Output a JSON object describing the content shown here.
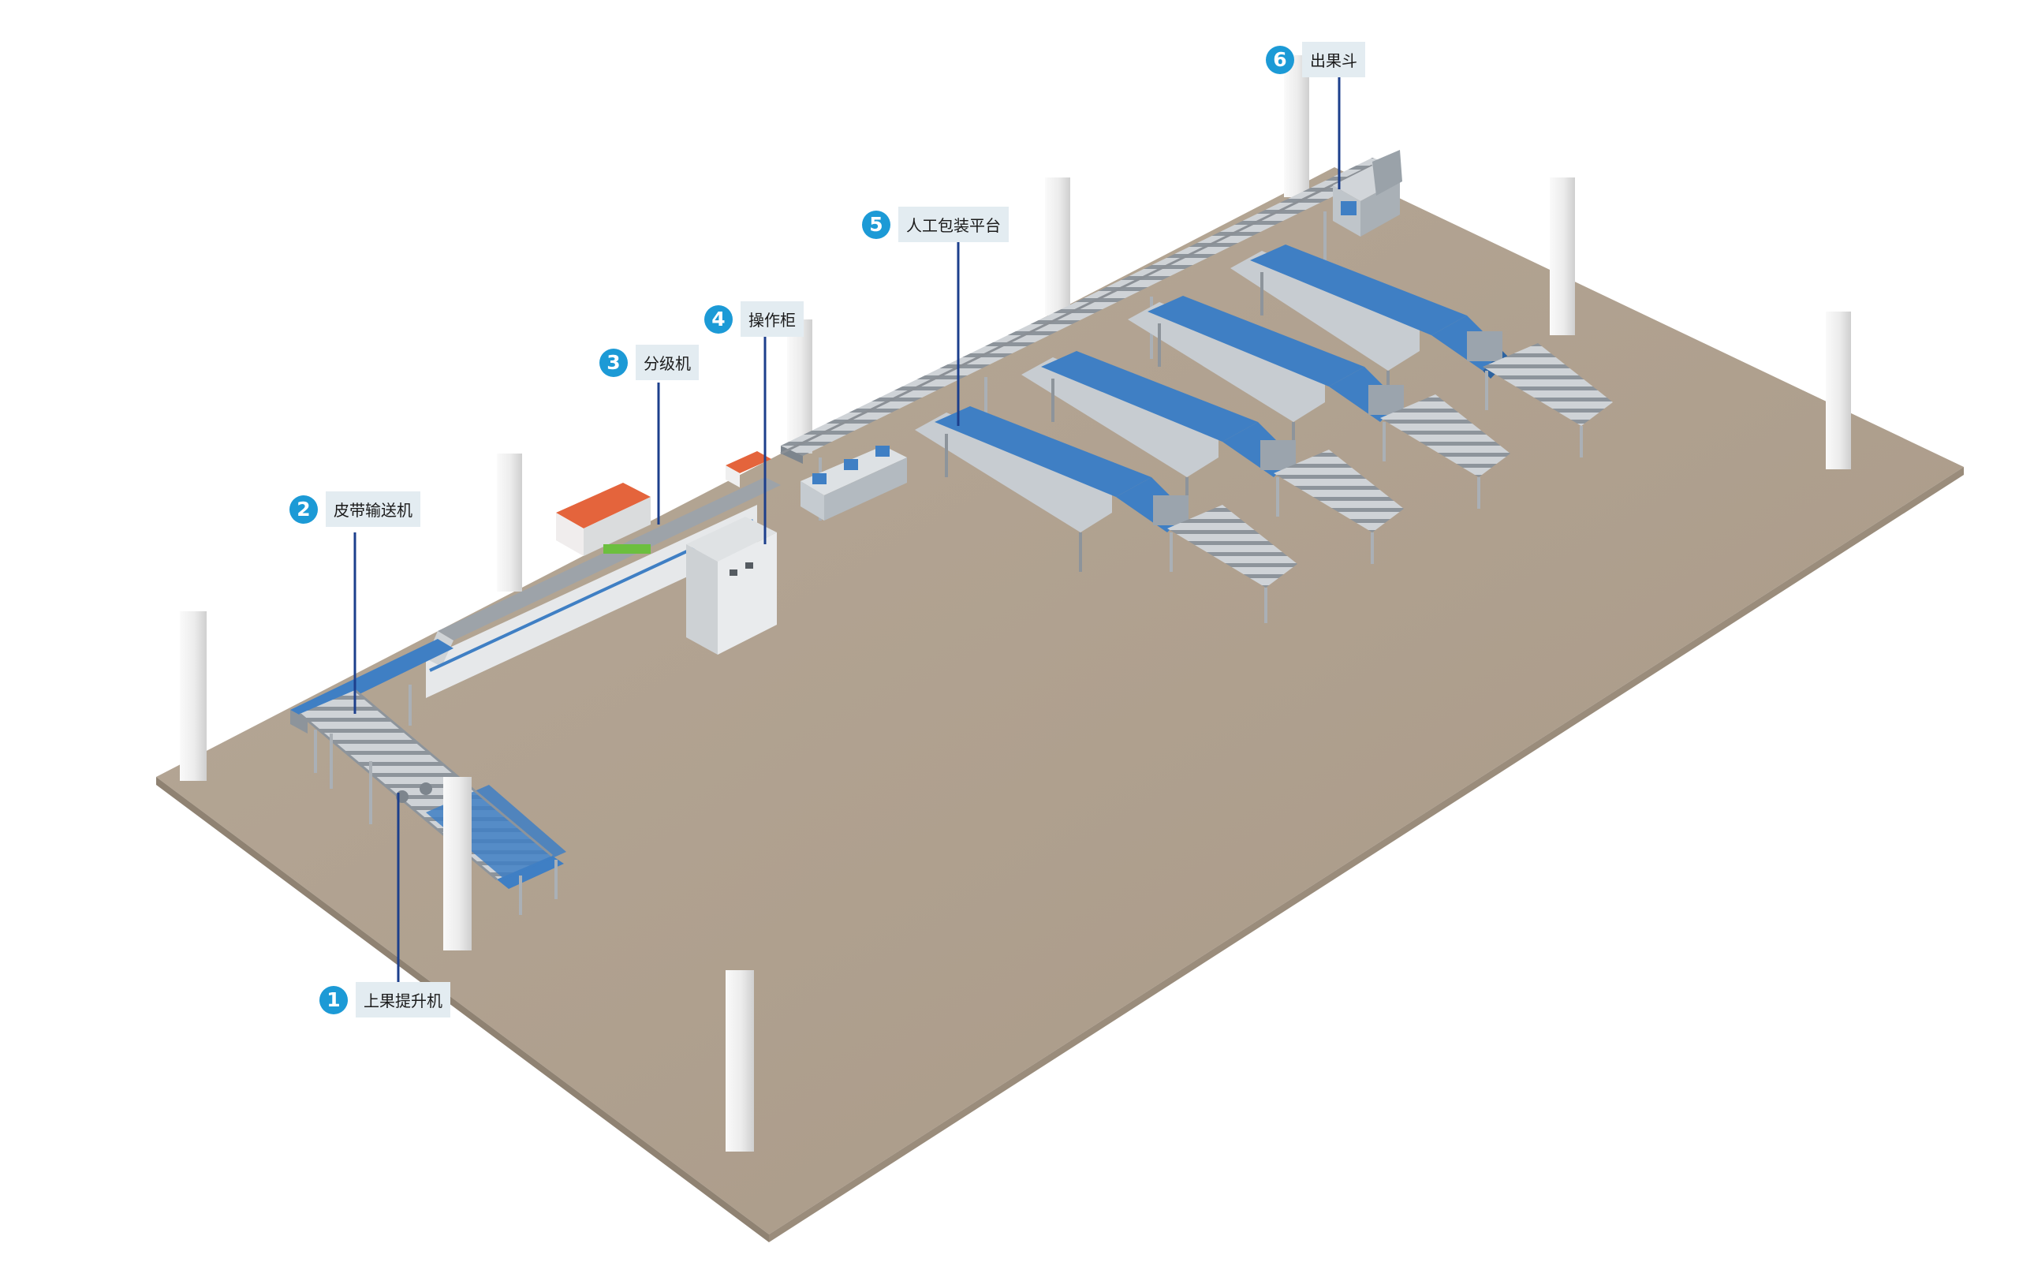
{
  "callouts": [
    {
      "num": "1",
      "label": "上果提升机"
    },
    {
      "num": "2",
      "label": "皮带输送机"
    },
    {
      "num": "3",
      "label": "分级机"
    },
    {
      "num": "4",
      "label": "操作柜"
    },
    {
      "num": "5",
      "label": "人工包装平台"
    },
    {
      "num": "6",
      "label": "出果斗"
    }
  ],
  "colors": {
    "floor": "#b1a291",
    "pillar": "#eeeeee",
    "belt_blue": "#3f7fc4",
    "frame_gray": "#c3c8cd",
    "grader_orange": "#e4643c",
    "callout_number": "#1c9ad6",
    "callout_tag": "#e3ecf1",
    "leader_line": "#1c3f8c"
  }
}
